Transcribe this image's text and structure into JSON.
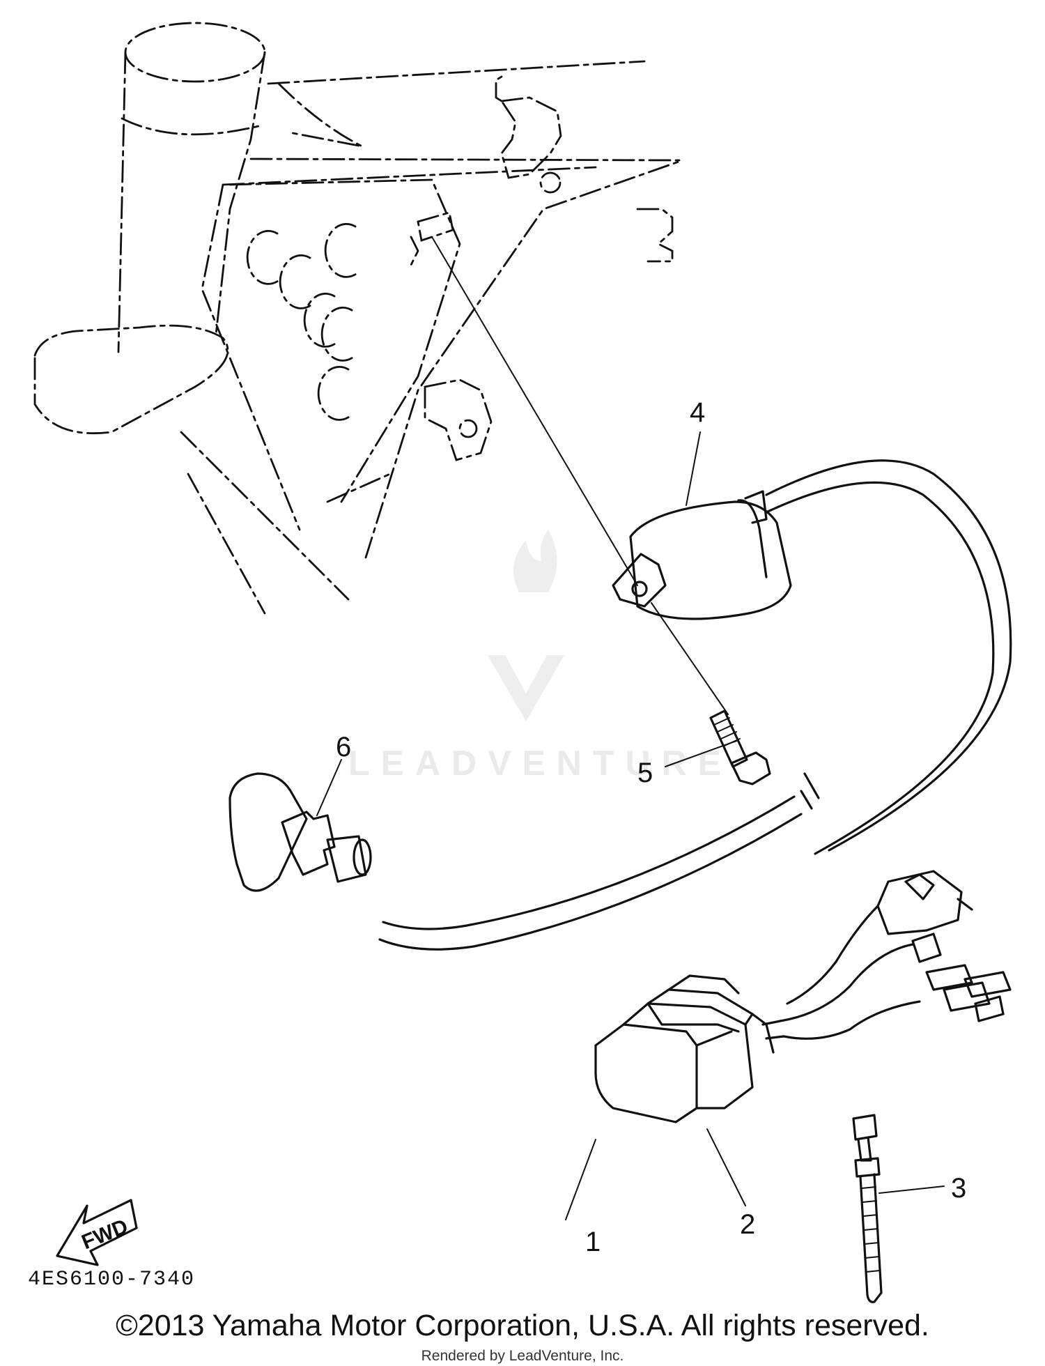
{
  "diagram": {
    "callouts": [
      "1",
      "2",
      "3",
      "4",
      "5",
      "6"
    ],
    "fwd_label": "FWD",
    "part_code": "4ES6100-7340",
    "watermark": "LEADVENTURE"
  },
  "footer": {
    "copyright": "©2013 Yamaha Motor Corporation, U.S.A. All rights reserved.",
    "rendered_by": "Rendered by LeadVenture, Inc."
  }
}
